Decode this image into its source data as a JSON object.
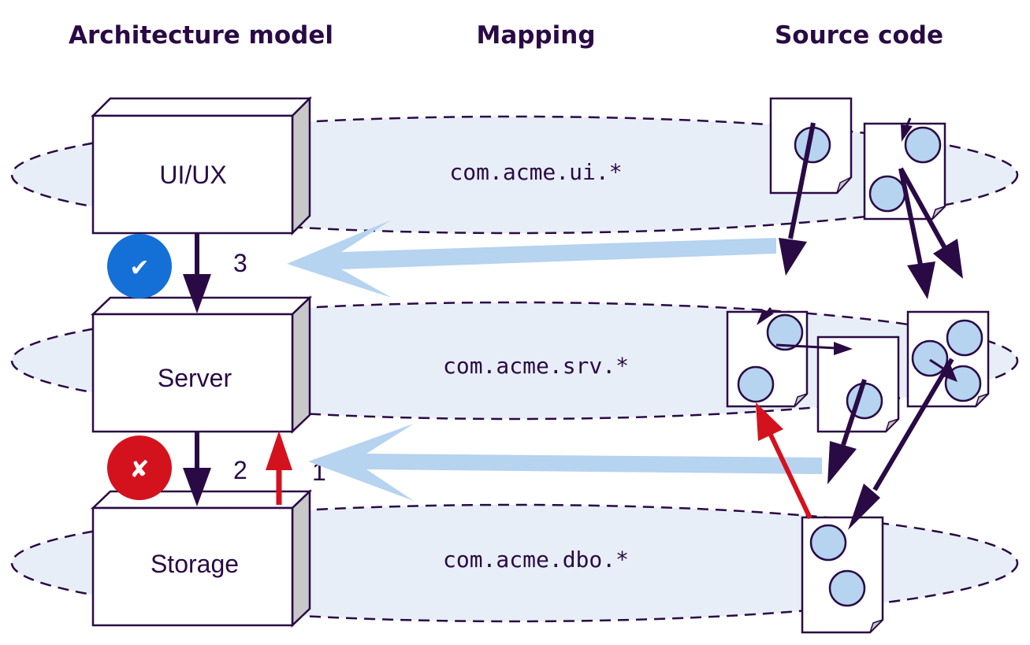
{
  "headings": {
    "architecture": "Architecture model",
    "mapping": "Mapping",
    "source": "Source code"
  },
  "layers": [
    {
      "name": "UI/UX",
      "mapping": "com.acme.ui.*"
    },
    {
      "name": "Server",
      "mapping": "com.acme.srv.*"
    },
    {
      "name": "Storage",
      "mapping": "com.acme.dbo.*"
    }
  ],
  "dependencies": [
    {
      "id": "3",
      "from": "UI/UX",
      "to": "Server",
      "status": "allowed",
      "badge_icon": "check-icon",
      "badge_glyph": "✔"
    },
    {
      "id": "2",
      "from": "Server",
      "to": "Storage",
      "status": "allowed"
    },
    {
      "id": "1",
      "from": "Storage",
      "to": "Server",
      "status": "violation",
      "badge_icon": "cross-icon",
      "badge_glyph": "✘"
    }
  ],
  "violation_badge_glyph": "✘",
  "allowed_badge_glyph": "✔",
  "colors": {
    "ink": "#2a0a45",
    "layer_fill": "#e8eef7",
    "file_circle": "#b6d3f0",
    "mapping_arrow": "#b6d3f0",
    "ok_badge": "#1470d6",
    "error_badge": "#d4121e",
    "box_side": "#c8c8c8"
  }
}
